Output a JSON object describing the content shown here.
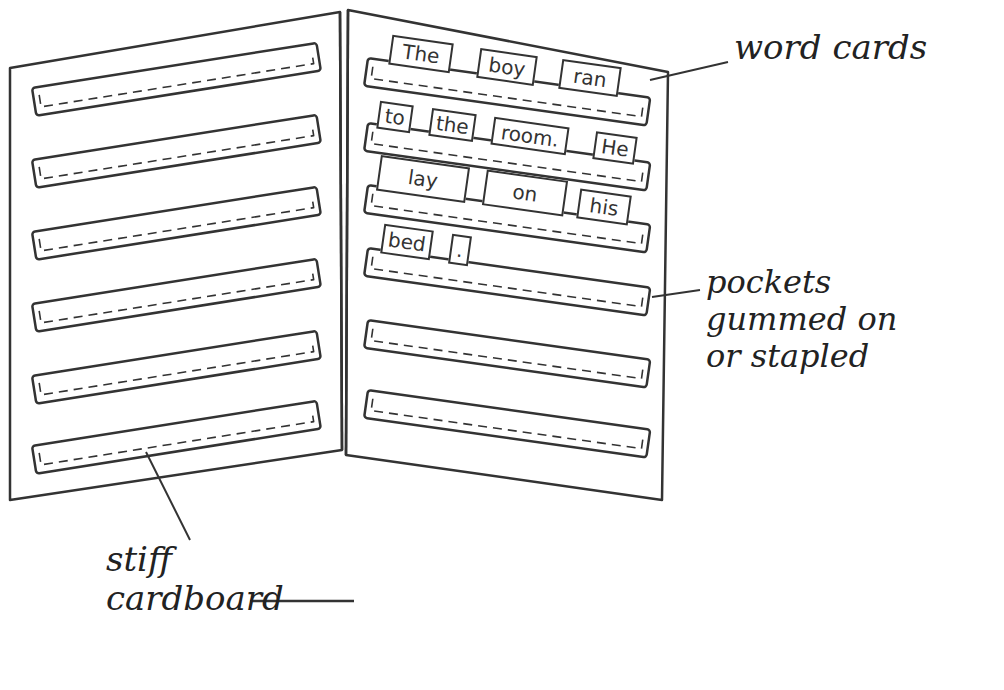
{
  "diagram": {
    "nodes": [
      {
        "text": [
          "The"
        ]
      },
      {
        "text": [
          "boy"
        ]
      },
      {
        "text": [
          "ran"
        ]
      },
      {
        "text": [
          "to"
        ]
      },
      {
        "text": [
          "the"
        ]
      },
      {
        "text": [
          "room."
        ]
      },
      {
        "text": [
          "He"
        ]
      },
      {
        "text": [
          "lay"
        ]
      },
      {
        "text": [
          "on"
        ]
      },
      {
        "text": [
          "his"
        ]
      },
      {
        "text": [
          "bed"
        ]
      },
      {
        "text": [
          "."
        ]
      }
    ],
    "labels": [
      "word cards",
      "pockets gummed on or stapled",
      "stiff cardboard"
    ]
  }
}
